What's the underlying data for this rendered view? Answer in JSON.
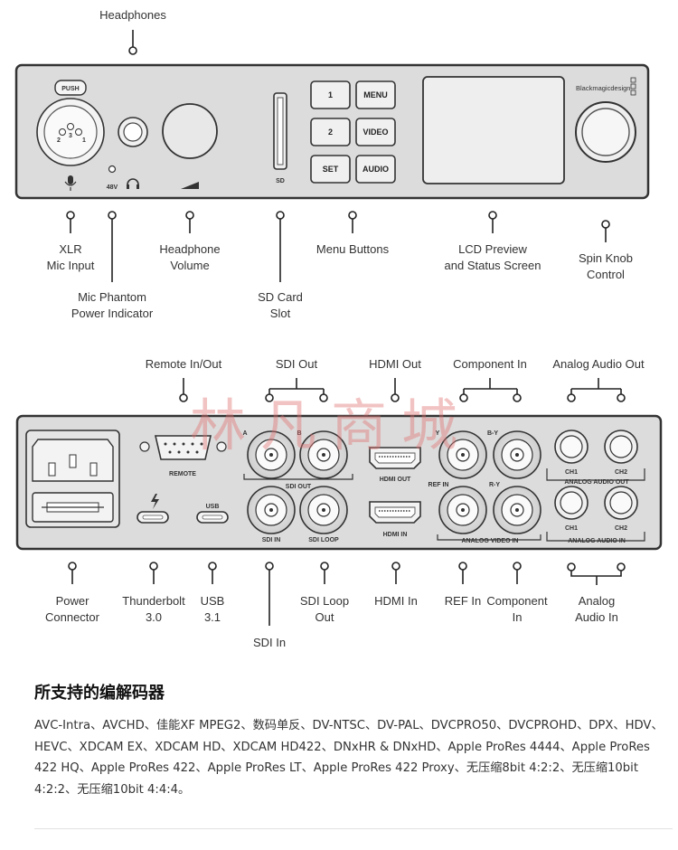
{
  "front_panel": {
    "top_label": "Headphones",
    "xlr": {
      "push": "PUSH",
      "pin1": "1",
      "pin2": "2",
      "pin3": "3"
    },
    "phantom_mark": "48V",
    "sd_mark": "SD",
    "buttons": [
      "1",
      "MENU",
      "2",
      "VIDEO",
      "SET",
      "AUDIO"
    ],
    "brand": "Blackmagicdesign",
    "callouts": {
      "xlr": [
        "XLR",
        "Mic Input"
      ],
      "phantom": [
        "Mic Phantom",
        "Power Indicator"
      ],
      "volume": [
        "Headphone",
        "Volume"
      ],
      "sd": [
        "SD Card",
        "Slot"
      ],
      "menu": [
        "Menu Buttons"
      ],
      "lcd": [
        "LCD Preview",
        "and Status Screen"
      ],
      "knob": [
        "Spin Knob",
        "Control"
      ]
    }
  },
  "rear_panel": {
    "top_labels": {
      "remote": "Remote In/Out",
      "sdi_out": "SDI Out",
      "hdmi_out": "HDMI Out",
      "component_in": "Component In",
      "analog_out": "Analog Audio Out"
    },
    "port_labels": {
      "remote": "REMOTE",
      "usb": "USB",
      "sdi_a": "A",
      "sdi_b": "B",
      "sdi_out": "SDI OUT",
      "sdi_in": "SDI IN",
      "sdi_loop": "SDI LOOP",
      "hdmi_out": "HDMI OUT",
      "hdmi_in": "HDMI IN",
      "y": "Y",
      "by": "B-Y",
      "ry": "R-Y",
      "ref_in": "REF IN",
      "analog_video_in": "ANALOG VIDEO IN",
      "ch1_out": "CH1",
      "ch2_out": "CH2",
      "analog_audio_out": "ANALOG AUDIO OUT",
      "ch1_in": "CH1",
      "ch2_in": "CH2",
      "analog_audio_in": "ANALOG AUDIO IN"
    },
    "bottom_labels": {
      "power": [
        "Power",
        "Connector"
      ],
      "thunderbolt": [
        "Thunderbolt",
        "3.0"
      ],
      "usb": [
        "USB",
        "3.1"
      ],
      "sdi_in": [
        "SDI In"
      ],
      "sdi_loop": [
        "SDI Loop",
        "Out"
      ],
      "hdmi_in": [
        "HDMI In"
      ],
      "ref_in": [
        "REF In"
      ],
      "component_in": [
        "Component",
        "In"
      ],
      "analog_in": [
        "Analog",
        "Audio In"
      ]
    }
  },
  "watermark": "林凡商城",
  "codecs": {
    "title": "所支持的编解码器",
    "text": "AVC-Intra、AVCHD、佳能XF MPEG2、数码单反、DV-NTSC、DV-PAL、DVCPRO50、DVCPROHD、DPX、HDV、HEVC、XDCAM EX、XDCAM HD、XDCAM HD422、DNxHR & DNxHD、Apple ProRes 4444、Apple ProRes 422 HQ、Apple ProRes 422、Apple ProRes LT、Apple ProRes 422 Proxy、无压缩8bit 4:2:2、无压缩10bit 4:2:2、无压缩10bit 4:4:4。"
  }
}
